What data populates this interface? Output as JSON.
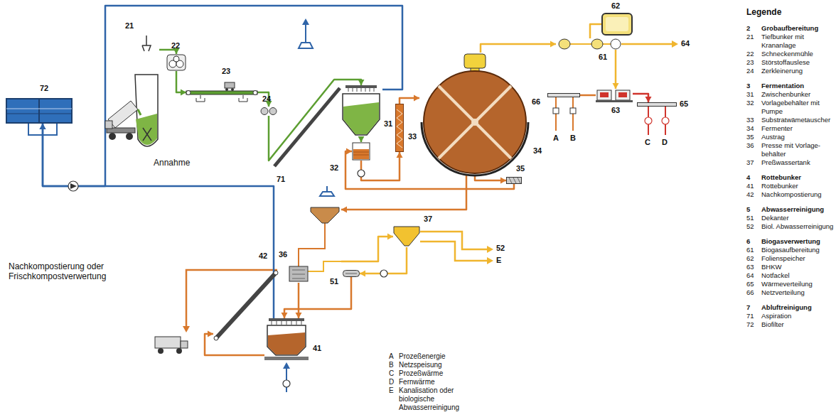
{
  "diagram": {
    "nodes": [
      {
        "text": [
          "21"
        ]
      },
      {
        "text": [
          "22"
        ]
      },
      {
        "text": [
          "23"
        ]
      },
      {
        "text": [
          "24"
        ]
      },
      {
        "text": [
          "31"
        ]
      },
      {
        "text": [
          "32"
        ]
      },
      {
        "text": [
          "33"
        ]
      },
      {
        "text": [
          "34"
        ]
      },
      {
        "text": [
          "35"
        ]
      },
      {
        "text": [
          "62"
        ]
      },
      {
        "text": [
          "61"
        ]
      },
      {
        "text": [
          "63"
        ]
      },
      {
        "text": [
          "66"
        ]
      },
      {
        "text": [
          "65"
        ]
      },
      {
        "text": [
          "72"
        ]
      },
      {
        "text": [
          "36"
        ]
      },
      {
        "text": [
          "37"
        ]
      },
      {
        "text": [
          "51"
        ]
      },
      {
        "text": [
          "41"
        ]
      },
      {
        "text": [
          "42"
        ]
      }
    ],
    "edges": [
      {
        "from": 0,
        "to": 1,
        "arrow": "to"
      },
      {
        "from": 1,
        "to": 2,
        "arrow": "to"
      },
      {
        "from": 2,
        "to": 3,
        "arrow": "to"
      },
      {
        "from": 3,
        "to": 4,
        "arrow": "to"
      },
      {
        "from": 4,
        "to": 5,
        "arrow": "to"
      },
      {
        "from": 5,
        "to": 6,
        "arrow": "to"
      },
      {
        "from": 6,
        "to": 7,
        "arrow": "to"
      },
      {
        "from": 7,
        "to": 8,
        "arrow": "to"
      },
      {
        "from": 8,
        "to": 5,
        "arrow": "to"
      },
      {
        "from": 7,
        "to": 15,
        "arrow": "to"
      },
      {
        "from": 15,
        "to": 18,
        "arrow": "to"
      },
      {
        "from": 15,
        "to": 16,
        "arrow": "to"
      },
      {
        "from": 16,
        "to": 17,
        "arrow": "to"
      },
      {
        "from": 17,
        "to": 18,
        "arrow": "to"
      },
      {
        "from": 7,
        "to": 10,
        "arrow": "to"
      },
      {
        "from": 10,
        "to": 9,
        "arrow": "none"
      },
      {
        "from": 10,
        "to": 11,
        "arrow": "to"
      },
      {
        "from": 11,
        "to": 12,
        "arrow": "none"
      },
      {
        "from": 11,
        "to": 13,
        "arrow": "to"
      },
      {
        "from": 4,
        "to": 14,
        "arrow": "to"
      },
      {
        "from": 18,
        "to": 14,
        "arrow": "to"
      },
      {
        "from": 18,
        "to": 19,
        "arrow": "to"
      }
    ],
    "labels": [
      "Annahme",
      "Nachkompostierung oder Frischkompostverwertung",
      "71",
      "64",
      "52",
      "E",
      "A",
      "B",
      "C",
      "D",
      "A",
      "Prozeßenergie",
      "B",
      "Netzspeisung",
      "C",
      "Prozeßwärme",
      "D",
      "Fernwärme",
      "E",
      "Kanalisation oder biologische Abwasserreinigung",
      "Legende",
      "2",
      "Grobaufbereitung",
      "21",
      "Tiefbunker mit Krananlage",
      "22",
      "Schneckenmühle",
      "23",
      "Störstoffauslese",
      "24",
      "Zerkleinerung",
      "3",
      "Fermentation",
      "31",
      "Zwischenbunker",
      "32",
      "Vorlagebehälter mit Pumpe",
      "33",
      "Substratwämetauscher",
      "34",
      "Fermenter",
      "35",
      "Austrag",
      "36",
      "Presse mit Vorlage- behälter",
      "37",
      "Preßwassertank",
      "4",
      "Rottebunker",
      "41",
      "Rottebunker",
      "42",
      "Nachkompostierung",
      "5",
      "Abwasserreinigung",
      "51",
      "Dekanter",
      "52",
      "Biol. Abwasserreinigung",
      "6",
      "Biogasverwertung",
      "61",
      "Biogasaufbereitung",
      "62",
      "Folienspeicher",
      "63",
      "BHKW",
      "64",
      "Notfackel",
      "65",
      "Wärmeverteilung",
      "66",
      "Netzverteilung",
      "7",
      "Abluftreinigung",
      "71",
      "Aspiration",
      "72",
      "Biofilter"
    ]
  }
}
